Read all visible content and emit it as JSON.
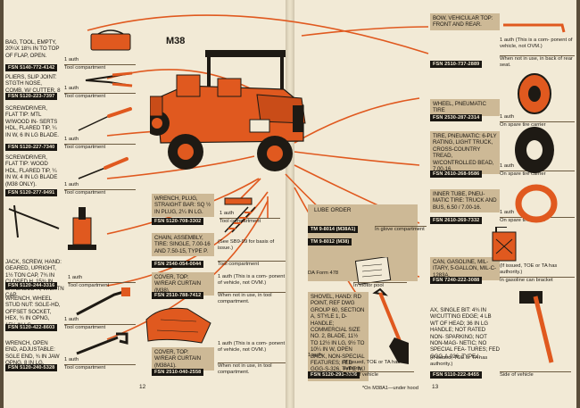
{
  "vehicle_title": "M38",
  "left_page_number": "12",
  "right_page_number": "13",
  "da_form": "DA Form 478",
  "lube_order": {
    "title": "LUBE ORDER",
    "tm1": "TM 9-8014 (M38A1)",
    "tm2": "TM 9-8012 (M38)",
    "loc1": "In glove compartment",
    "loc2": "In motor pool"
  },
  "footnote": "*On M38A1—under hood",
  "left_items": [
    {
      "desc": "BAG, tool, empty, 20¼x 18¾ in to top of flap, open.",
      "fsn": "FSN 5140-772-4142",
      "qty": "1 auth",
      "loc": "Tool compartment"
    },
    {
      "desc": "PLIERS, SLIP JOINT: stgth nose, comb, w/ cutter, 8 in lg.",
      "fsn": "FSN 5120-223-7397",
      "qty": "1 auth",
      "loc": "Tool compartment"
    },
    {
      "desc": "SCREWDRIVER, FLAT TIP: mtl w/wood in- serts hdl, flared tip, ¼ in w, 6 in lg blade.",
      "fsn": "FSN 5120-227-7340",
      "qty": "1 auth",
      "loc": "Tool compartment"
    },
    {
      "desc": "SCREWDRIVER, FLAT TIP: wood hdl, flared tip, ¼ in w, 4 in lg blade (M38 only).",
      "fsn": "FSN 5120-277-9491",
      "qty": "1 auth",
      "loc": "Tool compartment"
    },
    {
      "desc": "JACK, SCREW, HAND: geared, upright, 1½ ton cap, 7¾ in closed h, 15¾ in extended h, w/extn cap.",
      "fsn": "FSN 5120-244-3316",
      "qty": "1 auth",
      "loc": "Tool compartment"
    },
    {
      "desc": "WRENCH, WHEEL STUD NUT: sgle-hd, offset socket, hex, ¾ in opng, 15¼ in lg.",
      "fsn": "FSN 5120-422-8603",
      "qty": "1 auth",
      "loc": "Tool compartment"
    },
    {
      "desc": "WRENCH, OPEN END, ADJUSTABLE: sgle end, ¾ in jaw opng, 8 in lg.",
      "fsn": "FSN 5120-240-5328",
      "qty": "1 auth",
      "loc": "Tool compartment"
    }
  ],
  "mid_items": [
    {
      "desc": "WRENCH, PLUG, STRAIGHT BAR: sq ½ in plug, 2¼ in lg.",
      "fsn": "FSN 5120-708-3302",
      "qty": "1 auth",
      "loc": "Tool compartment"
    },
    {
      "desc": "CHAIN, ASSEMBLY, TIRE: single, 7.00-16 and 7.50-15, type P.",
      "fsn": "FSN 2540-054-0044",
      "qty": "(See SB9-99 for basis of issue.)",
      "loc": "Tool compartment"
    },
    {
      "desc": "COVER, TOP: w/rear curtain (M38).",
      "fsn": "FSN 2510-788-7412",
      "qty": "1 auth (This is a com- ponent of vehicle, not OVM.)",
      "loc": "When not in use, in tool compartment."
    },
    {
      "desc": "COVER, TOP: w/rear curtain (M38A1).",
      "fsn": "FSN 2510-040-2558",
      "qty": "1 auth (This is a com- ponent of vehicle, not OVM.)",
      "loc": "When not in use, in tool compartment."
    }
  ],
  "shovel": {
    "desc": "SHOVEL, HAND: rd point, Ref Dwg Group 60, section A, style 1, D-handle; commercial size no. 2, blade, 11½ to 12½ in lg, 9½ to 10¼ in w, open back, non-special features; Fed GGG-S-326, type IV, Class A, style 1.",
    "fsn": "FSN 5120-293-3336",
    "qty": "1 auth",
    "note": "(If issued, TOE or TA has authority.)",
    "loc": "*Side of vehicle"
  },
  "right_items": [
    {
      "desc": "BOW, VEHICULAR TOP: front and rear.",
      "fsn": "FSN 2510-737-2889",
      "qty": "1 auth (This is a com- ponent of vehicle, not OVM.)",
      "loc": "When not in use, in back of rear seat."
    },
    {
      "desc": "WHEEL, PNEUMATIC TIRE",
      "fsn": "FSN 2530-287-2314",
      "qty": "1 auth",
      "loc": "On spare tire carrier"
    },
    {
      "desc": "TIRE, PNEUMATIC: 6-ply rating, light truck, cross-country tread, w/controlled bead, 7.00-16.",
      "fsn": "FSN 2610-268-9586",
      "qty": "1 auth",
      "loc": "On spare tire carrier"
    },
    {
      "desc": "INNER TUBE, PNEU- MATIC TIRE: truck and bus, 6.50 / 7.00-16.",
      "fsn": "FSN 2610-269-7332",
      "qty": "1 auth",
      "loc": "On spare tire carrier"
    },
    {
      "desc": "CAN, GASOLINE, MIL- ITARY, 5-GALLON, MIL-C-1283A.",
      "fsn": "FSN 7240-222-3088",
      "qty": "(If issued, TOE or TA has authority.)",
      "loc": "In gasoline can bracket"
    },
    {
      "desc": "AX, SINGLE BIT: 4¾ in w/cutting edge; 4 lb wt of head; 36 in lg handle; not rated non- sparking; not non-mag- netic; no special fea- tures; Fed GGG-A-926, type I.",
      "fsn": "FSN 5110-222-8455",
      "qty": "(If issued, TOE or TA has authority.)",
      "loc": "Side of vehicle"
    }
  ]
}
